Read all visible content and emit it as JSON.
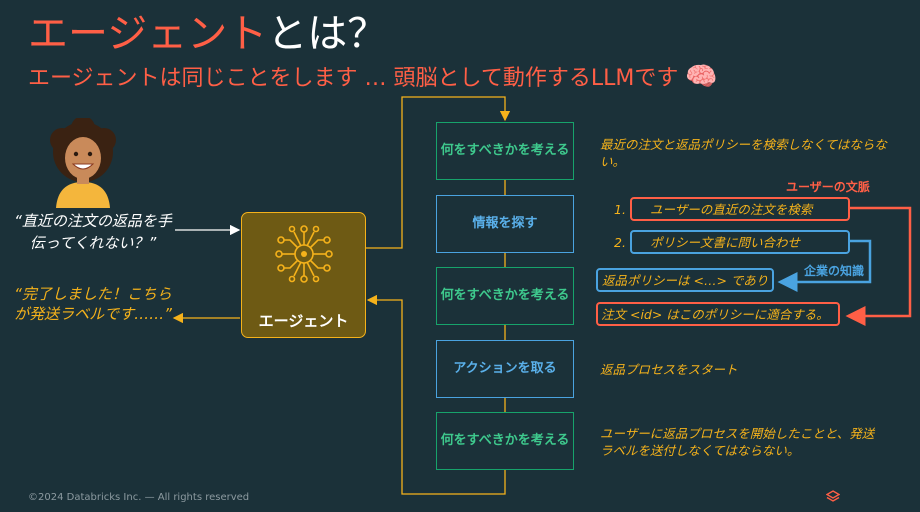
{
  "header": {
    "title_highlight": "エージェント",
    "title_rest": "とは？",
    "subtitle": "エージェントは同じことをします … 頭脳として動作するLLMです",
    "brain_emoji": "🧠"
  },
  "user": {
    "question": "“直近の注文の返品を手伝ってくれない？”",
    "response": "“完了しました！こちらが発送ラベルです……”"
  },
  "agent": {
    "label": "エージェント"
  },
  "steps": [
    {
      "label": "何をすべきかを考える",
      "kind": "think"
    },
    {
      "label": "情報を探す",
      "kind": "act"
    },
    {
      "label": "何をすべきかを考える",
      "kind": "think"
    },
    {
      "label": "アクションを取る",
      "kind": "act"
    },
    {
      "label": "何をすべきかを考える",
      "kind": "think"
    }
  ],
  "annotations": {
    "step1": "最近の注文と返品ポリシーを検索しなくてはならない。",
    "item1_num": "1.",
    "item1": "ユーザーの直近の注文を検索",
    "item2_num": "2.",
    "item2": "ポリシー文書に問い合わせ",
    "user_context_label": "ユーザーの文脈",
    "enterprise_label": "企業の知識",
    "policy": "返品ポリシーは <…> であり",
    "order": "注文 <id> はこのポリシーに適合する。",
    "step4": "返品プロセスをスタート",
    "step5": "ユーザーに返品プロセスを開始したことと、発送ラベルを送付しなくてはならない。"
  },
  "colors": {
    "background": "#1b3139",
    "accent_orange": "#ff5f46",
    "accent_yellow": "#f5b21b",
    "green": "#17a36b",
    "blue": "#4aa3e0"
  },
  "footer": {
    "copyright": "©2024 Databricks Inc. — All rights reserved"
  }
}
